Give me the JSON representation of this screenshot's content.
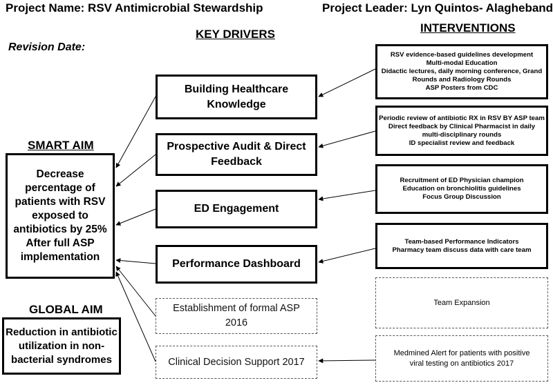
{
  "header": {
    "project_name": "Project Name: RSV Antimicrobial Stewardship",
    "project_leader": "Project Leader: Lyn Quintos- Alagheband",
    "revision_date": "Revision Date:"
  },
  "columns": {
    "key_drivers": "KEY DRIVERS",
    "interventions": "INTERVENTIONS"
  },
  "smart_aim": {
    "heading": "SMART AIM",
    "lines": [
      "Decrease",
      "percentage of",
      "patients with RSV",
      "exposed to",
      "antibiotics by 25%",
      "After full ASP",
      "implementation"
    ]
  },
  "global_aim": {
    "heading": "GLOBAL AIM",
    "lines": [
      "Reduction in antibiotic",
      "utilization in non-",
      "bacterial syndromes"
    ]
  },
  "drivers": [
    {
      "lines": [
        "Building Healthcare",
        "Knowledge"
      ],
      "style": "solid"
    },
    {
      "lines": [
        "Prospective Audit & Direct",
        "Feedback"
      ],
      "style": "solid"
    },
    {
      "lines": [
        "ED Engagement"
      ],
      "style": "solid"
    },
    {
      "lines": [
        "Performance Dashboard"
      ],
      "style": "solid"
    },
    {
      "lines": [
        "Establishment of formal ASP",
        "2016"
      ],
      "style": "dashed"
    },
    {
      "lines": [
        "Clinical Decision Support 2017"
      ],
      "style": "dashed"
    }
  ],
  "interventions": [
    {
      "lines": [
        "RSV evidence-based guidelines development",
        "Multi-modal Education",
        "Didactic lectures, daily morning conference, Grand",
        "Rounds and Radiology Rounds",
        "ASP Posters from CDC"
      ],
      "style": "solid"
    },
    {
      "lines": [
        "Periodic review of antibiotic RX in RSV BY ASP team",
        "Direct feedback by Clinical Pharmacist in daily",
        "multi-disciplinary rounds",
        "ID specialist review and feedback"
      ],
      "style": "solid"
    },
    {
      "lines": [
        "Recruitment of ED Physician champion",
        "Education on bronchiolitis  guidelines",
        "Focus Group Discussion"
      ],
      "style": "solid"
    },
    {
      "lines": [
        "Team-based Performance Indicators",
        "Pharmacy team discuss data with care team"
      ],
      "style": "solid"
    },
    {
      "lines": [
        "Team Expansion"
      ],
      "style": "dashed"
    },
    {
      "lines": [
        "Medmined Alert for patients with positive",
        "viral testing on antibiotics 2017"
      ],
      "style": "dashed"
    }
  ]
}
